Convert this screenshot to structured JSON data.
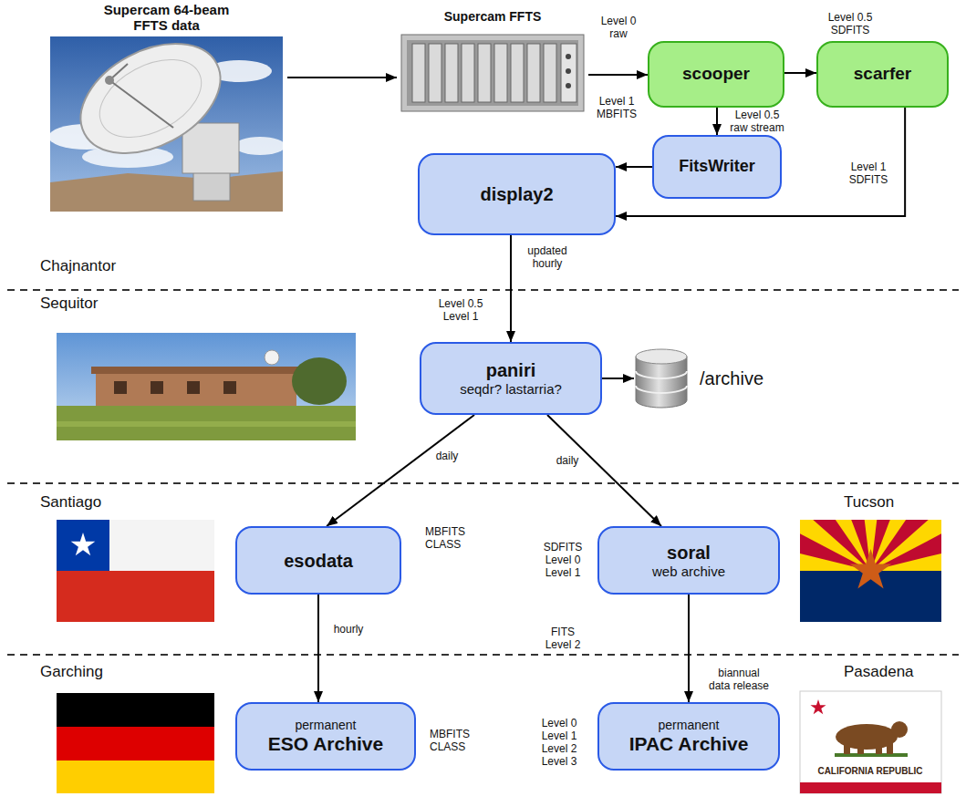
{
  "diagram": {
    "nodes": [
      {
        "text": [
          "Supercam 64-beam FFTS data"
        ]
      },
      {
        "text": [
          "Supercam FFTS"
        ]
      },
      {
        "text": [
          "scooper"
        ]
      },
      {
        "text": [
          "scarfer"
        ]
      },
      {
        "text": [
          "FitsWriter"
        ]
      },
      {
        "text": [
          "display2"
        ]
      },
      {
        "text": [
          "paniri",
          "seqdr? lastarria?"
        ]
      },
      {
        "text": [
          "/archive"
        ]
      },
      {
        "text": [
          "esodata"
        ]
      },
      {
        "text": [
          "soral",
          "web archive"
        ]
      },
      {
        "text": [
          "permanent",
          "ESO Archive"
        ]
      },
      {
        "text": [
          "permanent",
          "IPAC Archive"
        ]
      }
    ],
    "edges": [
      {
        "from": 0,
        "to": 1,
        "arrow": "to"
      },
      {
        "from": 1,
        "to": 2,
        "arrow": "to",
        "label": "Level 0 raw"
      },
      {
        "from": 2,
        "to": 3,
        "arrow": "to",
        "label": "Level 0.5 SDFITS"
      },
      {
        "from": 2,
        "to": 4,
        "arrow": "to",
        "label": "Level 0.5 raw stream"
      },
      {
        "from": 4,
        "to": 5,
        "arrow": "to",
        "label": "Level 1 MBFITS"
      },
      {
        "from": 3,
        "to": 5,
        "arrow": "to",
        "label": "Level 1 SDFITS"
      },
      {
        "from": 5,
        "to": 6,
        "arrow": "to",
        "label": "updated hourly"
      },
      {
        "from": 6,
        "to": 7,
        "arrow": "to"
      },
      {
        "from": 6,
        "to": 8,
        "arrow": "to",
        "label": "daily"
      },
      {
        "from": 6,
        "to": 9,
        "arrow": "to",
        "label": "daily"
      },
      {
        "from": 8,
        "to": 10,
        "arrow": "to",
        "label": "hourly"
      },
      {
        "from": 9,
        "to": 11,
        "arrow": "to",
        "label": "biannual data release"
      }
    ],
    "labels": [
      "Chajnantor",
      "Sequitor",
      "Level 0.5 Level 1",
      "Santiago",
      "MBFITS CLASS",
      "SDFITS Level 0 Level 1",
      "Tucson",
      "FITS Level 2",
      "Garching",
      "MBFITS CLASS",
      "Level 0 Level 1 Level 2 Level 3",
      "Pasadena",
      "CALIFORNIA REPUBLIC"
    ]
  }
}
